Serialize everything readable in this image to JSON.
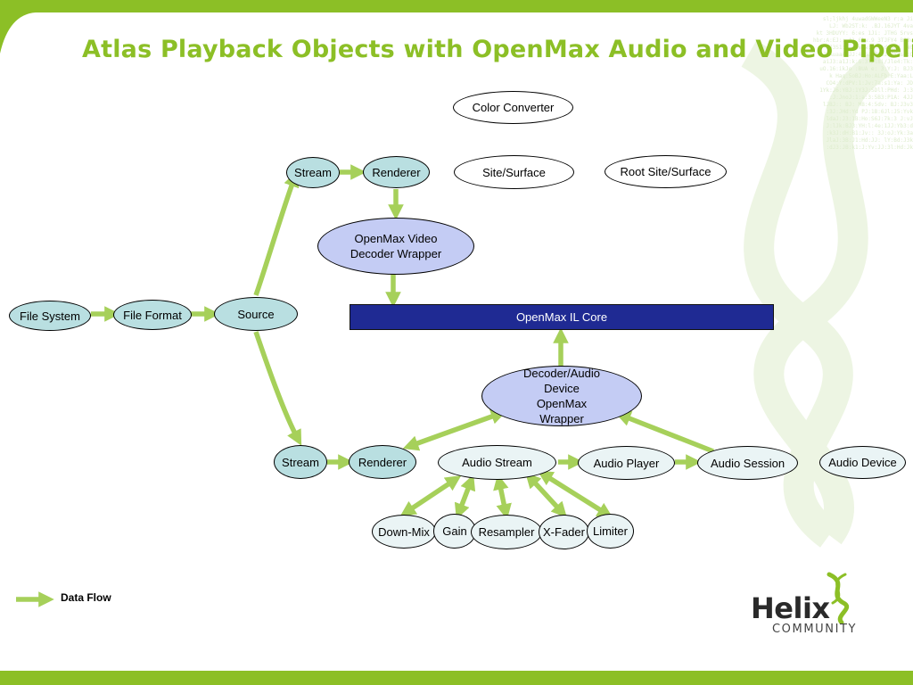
{
  "title": "Atlas Playback Objects with OpenMax Audio and Video Pipeline",
  "colors": {
    "accent_green": "#8cbf26",
    "arrow_green": "#a6d05a",
    "core_blue": "#1f2a93",
    "node_teal": "#b9dfe1",
    "node_blue": "#c4ccf4"
  },
  "nodes": {
    "file_system": "File System",
    "file_format": "File Format",
    "source": "Source",
    "stream_top": "Stream",
    "renderer_top": "Renderer",
    "color_converter": "Color Converter",
    "site_surface": "Site/Surface",
    "root_site_surface": "Root Site/Surface",
    "openmax_video": "OpenMax Video Decoder Wrapper",
    "openmax_il_core": "OpenMax IL Core",
    "decoder_audio": "Decoder/Audio Device OpenMax Wrapper",
    "stream_bottom": "Stream",
    "renderer_bottom": "Renderer",
    "audio_stream": "Audio Stream",
    "audio_player": "Audio Player",
    "audio_session": "Audio Session",
    "audio_device": "Audio Device",
    "down_mix": "Down-Mix",
    "gain": "Gain",
    "resampler": "Resampler",
    "x_fader": "X-Fader",
    "limiter": "Limiter"
  },
  "legend": {
    "label": "Data Flow",
    "icon": "arrow-icon"
  },
  "logo": {
    "word": "Helix",
    "sub": "COMMUNITY",
    "icon": "dna-helix-icon"
  }
}
